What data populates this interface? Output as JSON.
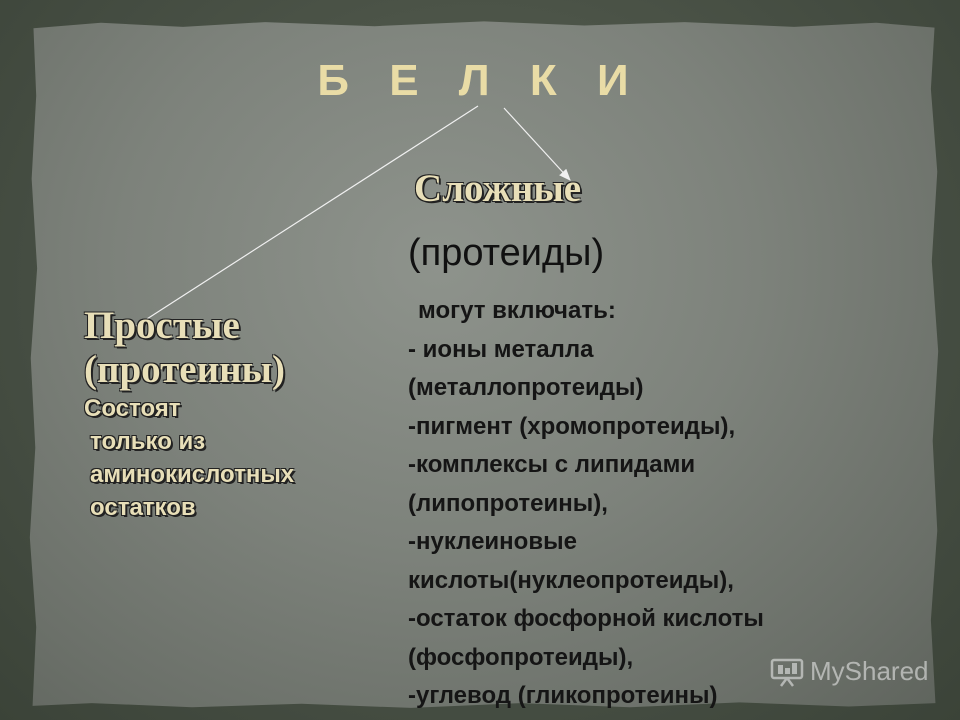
{
  "slide": {
    "title": "Б Е Л К И",
    "simple": {
      "heading": "Простые",
      "subheading": "(протеины)",
      "desc_lines": [
        "Состоят",
        "только из",
        "аминокислотных",
        "остатков"
      ]
    },
    "complex": {
      "heading": "Сложные",
      "subheading": "(протеиды)",
      "list_lines": [
        "могут включать:",
        "- ионы металла",
        "(металлопротеиды)",
        "-пигмент (хромопротеиды),",
        "-комплексы с липидами",
        "(липопротеины),",
        "-нуклеиновые",
        "кислоты(нуклеопротеиды),",
        "-остаток фосфорной кислоты",
        "(фосфопротеиды),",
        "-углевод (гликопротеины)"
      ]
    }
  },
  "watermark": {
    "text": "MyShared",
    "icon": "presentation-board-icon"
  },
  "colors": {
    "title": "#e9dca6",
    "heading": "#e8dfb8",
    "body_text": "#151515",
    "arrow": "#f0f0f0"
  }
}
